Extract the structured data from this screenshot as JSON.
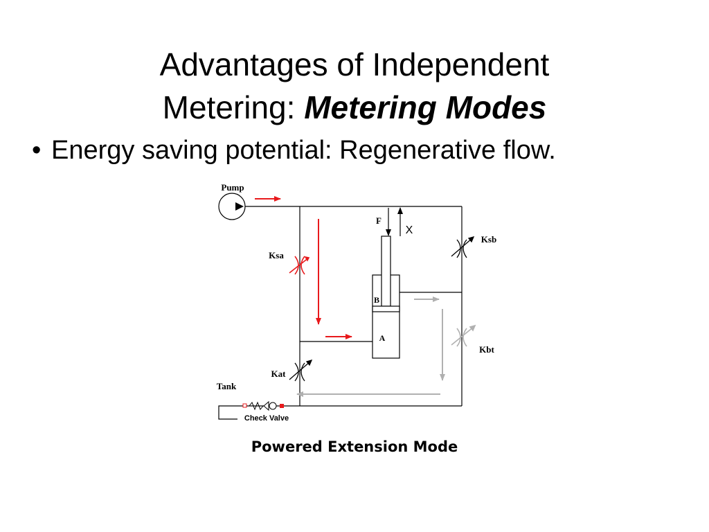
{
  "slide": {
    "title_line1": "Advantages of Independent",
    "title_line2_plain": "Metering: ",
    "title_line2_emphasis": "Metering Modes",
    "bullet_symbol": "•",
    "bullet_text": "Energy saving potential: Regenerative flow.",
    "caption": "Powered Extension Mode"
  },
  "diagram": {
    "labels": {
      "pump": "Pump",
      "tank": "Tank",
      "force": "F",
      "displacement": "X",
      "chamber_b": "B",
      "chamber_a": "A",
      "valve_ksa": "Ksa",
      "valve_ksb": "Ksb",
      "valve_kat": "Kat",
      "valve_kbt": "Kbt",
      "check_valve": "Check Valve"
    },
    "colors": {
      "active_flow": "#e8191c",
      "regen_flow": "#b0b0b0",
      "line": "#000000"
    }
  }
}
